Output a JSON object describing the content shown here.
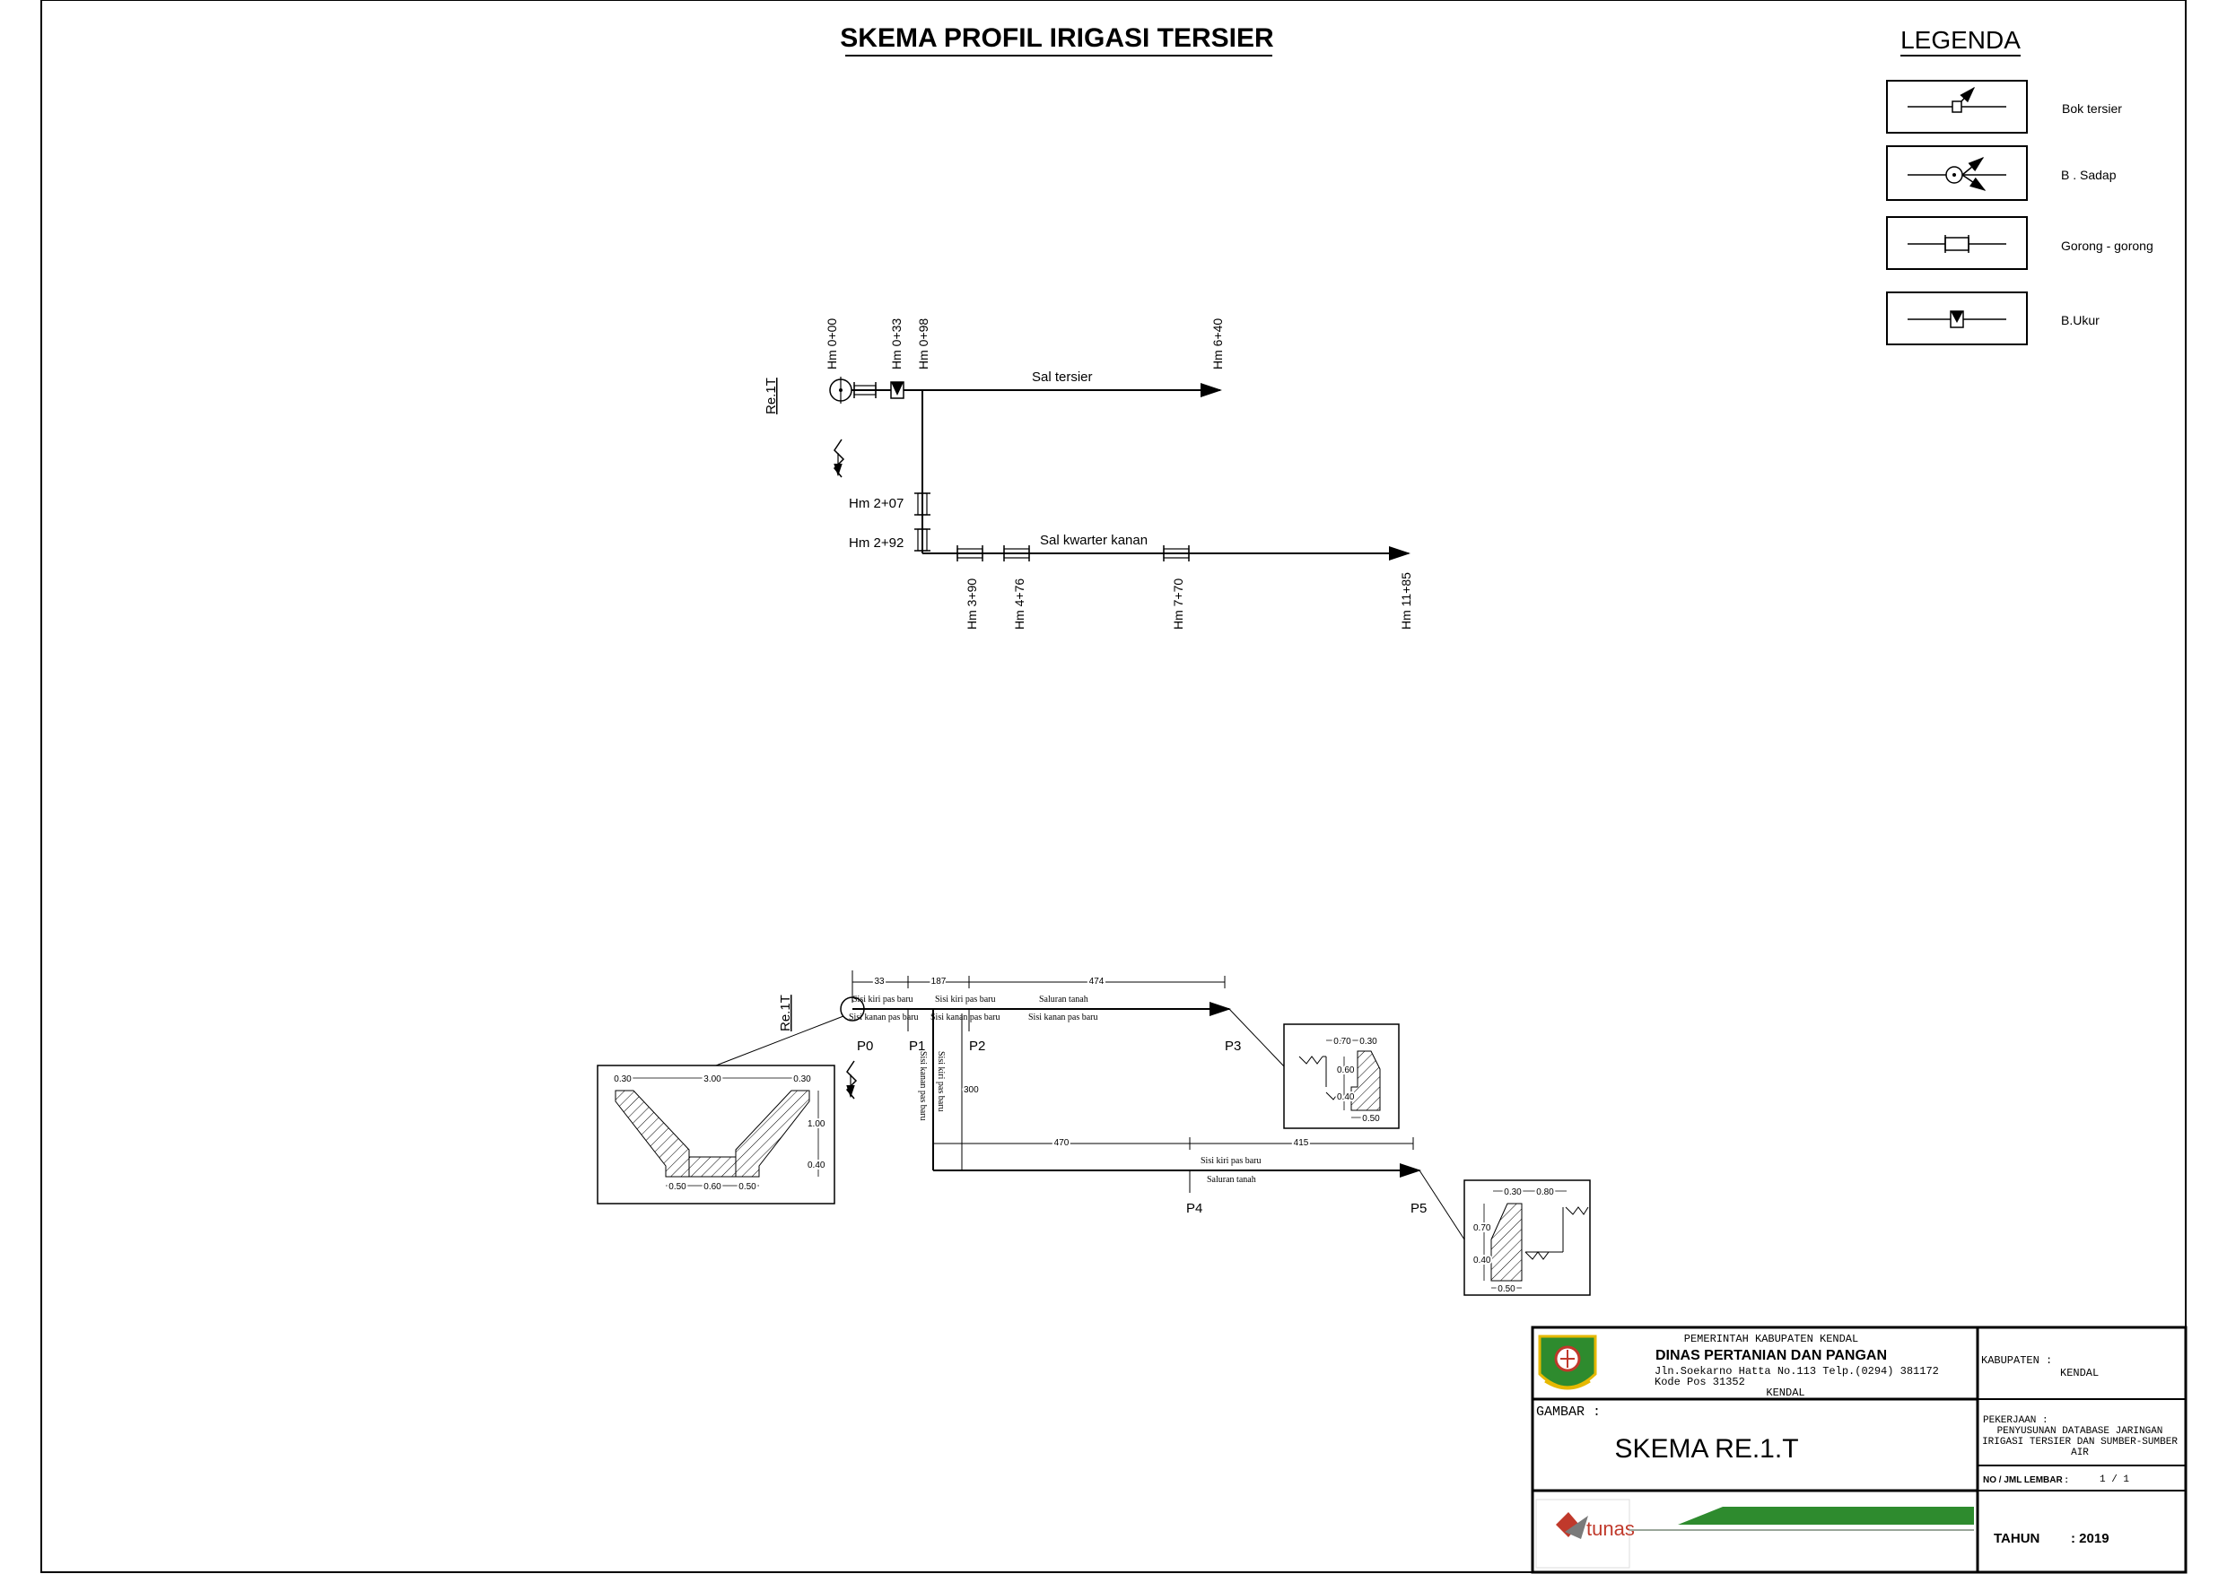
{
  "title": "SKEMA PROFIL IRIGASI TERSIER",
  "legend": {
    "title": "LEGENDA",
    "items": [
      {
        "label": "Bok tersier",
        "icon": "bok-tersier-icon"
      },
      {
        "label": "B . Sadap",
        "icon": "bangunan-sadap-icon"
      },
      {
        "label": "Gorong - gorong",
        "icon": "gorong-gorong-icon"
      },
      {
        "label": "B.Ukur",
        "icon": "bangunan-ukur-icon"
      }
    ]
  },
  "schema": {
    "re_label": "Re.1T",
    "hm_labels": [
      "Hm 0+00",
      "Hm 0+33",
      "Hm 0+98",
      "Hm 6+40",
      "Hm 2+07",
      "Hm 2+92",
      "Hm 3+90",
      "Hm 4+76",
      "Hm 7+70",
      "Hm 11+85"
    ],
    "sal_tersier": "Sal tersier",
    "sal_kwarter": "Sal kwarter kanan"
  },
  "profile": {
    "re_label": "Re.1T",
    "points": [
      "P0",
      "P1",
      "P2",
      "P3",
      "P4",
      "P5"
    ],
    "dims_top": [
      "33",
      "187",
      "474"
    ],
    "dim_vertical": "300",
    "dims_bottom": [
      "470",
      "415"
    ],
    "notes": {
      "kiri_pas_baru_1": "Sisi kiri pas baru",
      "kiri_pas_baru_2": "Sisi kiri pas baru",
      "saluran_tanah_1": "Saluran tanah",
      "kanan_pas_baru_1": "Sisi kanan pas baru",
      "kanan_pas_baru_2": "Sisi kanan pas baru",
      "kanan_pas_baru_3": "Sisi kanan pas baru",
      "vert_kiri": "Sisi kiri pas baru",
      "vert_kanan": "Sisi kanan pas baru",
      "kiri_pas_baru_3": "Sisi kiri pas baru",
      "saluran_tanah_2": "Saluran tanah"
    },
    "section_trapezoid": {
      "top_left": "0.30",
      "top": "3.00",
      "top_right": "0.30",
      "h1": "1.00",
      "h2": "0.40",
      "b1": "0.50",
      "b2": "0.60",
      "b3": "0.50"
    },
    "section_p3": {
      "w1": "0.70",
      "w2": "0.30",
      "h1": "0.60",
      "h2": "0.40",
      "b": "0.50"
    },
    "section_p5": {
      "w1": "0.30",
      "w2": "0.80",
      "h1": "0.70",
      "h2": "0.40",
      "b": "0.50"
    }
  },
  "title_block": {
    "agency_line1": "PEMERINTAH KABUPATEN KENDAL",
    "agency_line2": "DINAS PERTANIAN DAN PANGAN",
    "address1": "Jln.Soekarno Hatta No.113 Telp.(0294) 381172",
    "address2": "Kode Pos 31352",
    "address3": "KENDAL",
    "kabupaten_label": "KABUPATEN :",
    "kabupaten_value": "KENDAL",
    "gambar_label": "GAMBAR :",
    "gambar_value": "SKEMA RE.1.T",
    "pekerjaan_label": "PEKERJAAN :",
    "pekerjaan_line1": "PENYUSUNAN DATABASE JARINGAN",
    "pekerjaan_line2": "IRIGASI TERSIER DAN SUMBER-SUMBER",
    "pekerjaan_line3": "AIR",
    "lembar_label": "NO / JML LEMBAR :",
    "lembar_value": "1 / 1",
    "tahun_label": "TAHUN",
    "tahun_value": ": 2019",
    "logo_text": "tunas"
  },
  "colors": {
    "line": "#000000",
    "green": "#2e8b2e",
    "red": "#c0392b"
  }
}
